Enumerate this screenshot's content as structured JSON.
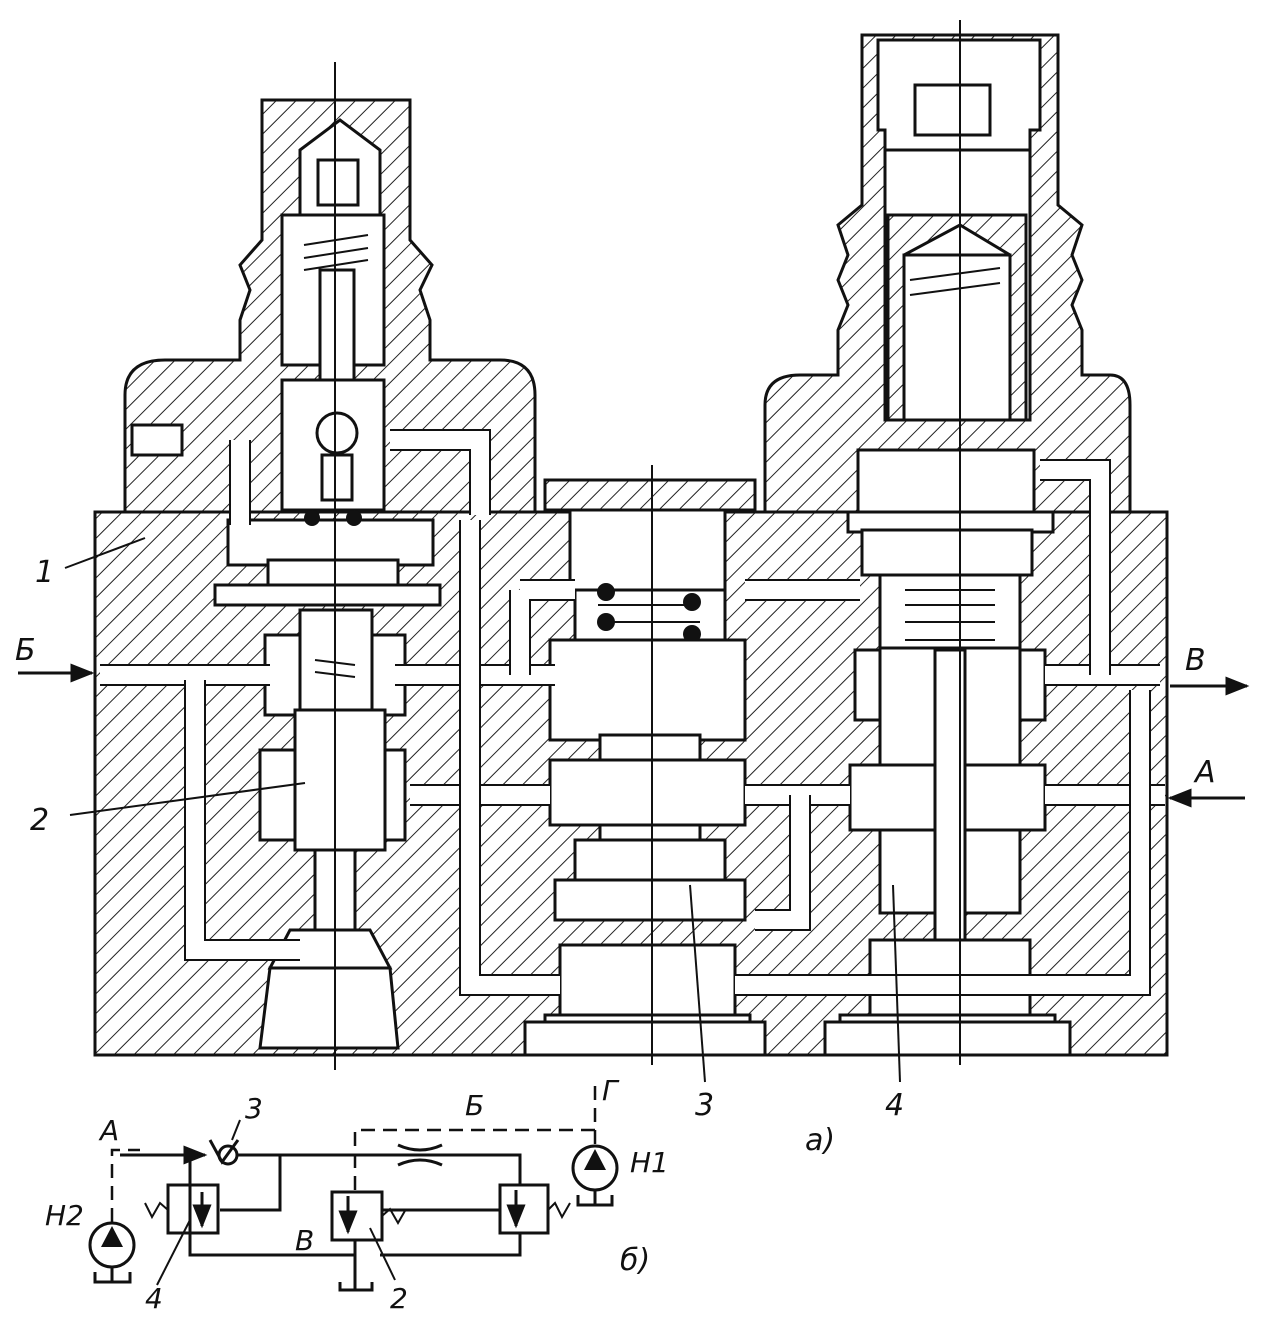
{
  "figure": {
    "view_a_label": "а)",
    "view_b_label": "б)"
  },
  "section": {
    "callouts": {
      "part1": "1",
      "part2": "2",
      "part3": "3",
      "part4": "4"
    },
    "ports": {
      "B_cyr": "Б",
      "V": "В",
      "A": "А"
    }
  },
  "schematic": {
    "labels": {
      "A": "А",
      "B_cyr": "Б",
      "V": "В",
      "G": "Г",
      "H1": "Н1",
      "H2": "Н2",
      "c3": "3",
      "c4": "4",
      "c2": "2"
    }
  }
}
